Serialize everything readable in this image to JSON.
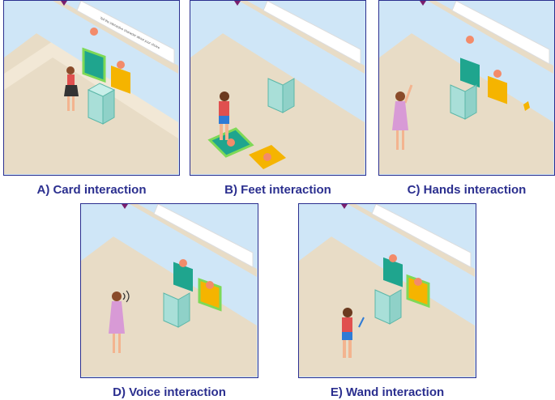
{
  "panels": [
    {
      "id": "A",
      "caption": "A) Card interaction"
    },
    {
      "id": "B",
      "caption": "B) Feet interaction"
    },
    {
      "id": "C",
      "caption": "C) Hands interaction"
    },
    {
      "id": "D",
      "caption": "D) Voice interaction"
    },
    {
      "id": "E",
      "caption": "E) Wand interaction"
    }
  ],
  "colors": {
    "frame": "#2b2f8f",
    "wall": "#cfe6f7",
    "floor": "#e8dcc6",
    "card_teal": "#1fa58e",
    "card_yellow": "#f5b400",
    "highlight": "#7ed957"
  }
}
